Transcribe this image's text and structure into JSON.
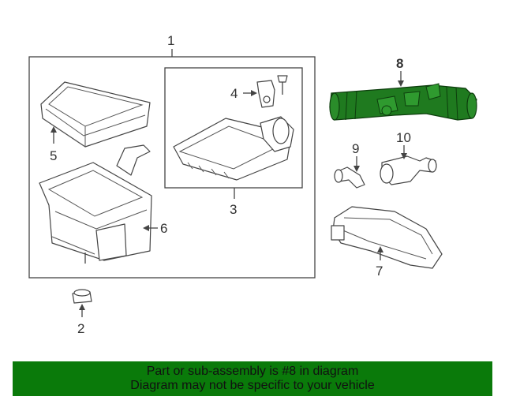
{
  "callouts": {
    "c1": "1",
    "c2": "2",
    "c3": "3",
    "c4": "4",
    "c5": "5",
    "c6": "6",
    "c7": "7",
    "c8": "8",
    "c9": "9",
    "c10": "10"
  },
  "highlight": {
    "part": "8",
    "color": "#1f7a1f"
  },
  "footer": {
    "line1": "Part or sub-assembly is #8 in diagram",
    "line2": "Diagram may not be specific to your vehicle",
    "background": "#0a7a0a"
  }
}
